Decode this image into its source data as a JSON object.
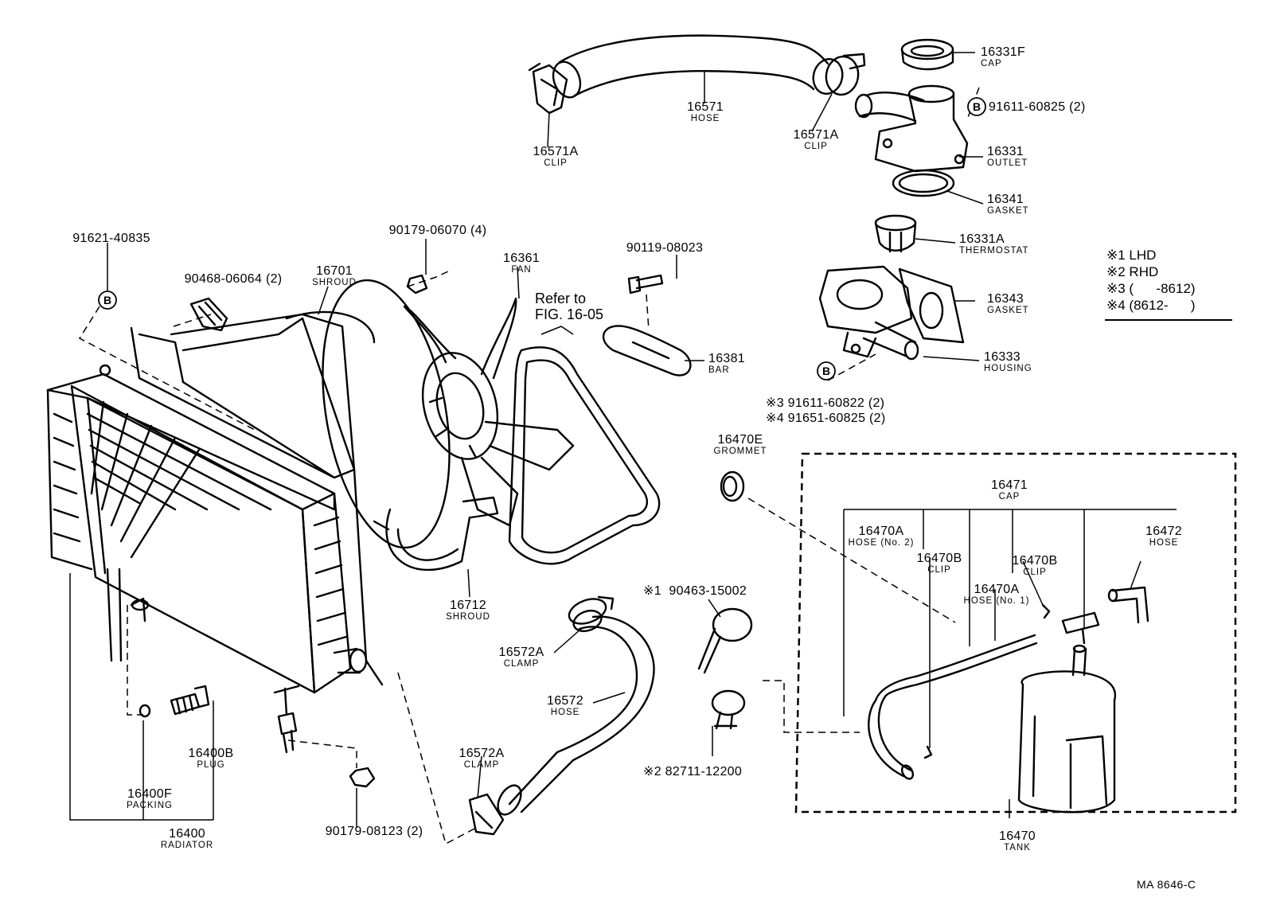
{
  "parts": {
    "cap_16331f": {
      "number": "16331F",
      "name": "CAP"
    },
    "b_ref_top": {
      "number": "91611-60825 (2)"
    },
    "outlet": {
      "number": "16331",
      "name": "OUTLET"
    },
    "gasket_16341": {
      "number": "16341",
      "name": "GASKET"
    },
    "thermostat": {
      "number": "16331A",
      "name": "THERMOSTAT"
    },
    "gasket_16343": {
      "number": "16343",
      "name": "GASKET"
    },
    "housing": {
      "number": "16333",
      "name": "HOUSING"
    },
    "bolt_3": {
      "mark": "※3",
      "number": "91611-60822 (2)"
    },
    "bolt_4": {
      "mark": "※4",
      "number": "91651-60825 (2)"
    },
    "hose_16571": {
      "number": "16571",
      "name": "HOSE"
    },
    "clip_16571a_left": {
      "number": "16571A",
      "name": "CLIP"
    },
    "clip_16571a_right": {
      "number": "16571A",
      "name": "CLIP"
    },
    "bolt_91621": {
      "number": "91621-40835"
    },
    "clip_90468": {
      "number": "90468-06064 (2)"
    },
    "shroud_16701": {
      "number": "16701",
      "name": "SHROUD"
    },
    "nut_90179_06070": {
      "number": "90179-06070 (4)"
    },
    "fan": {
      "number": "16361",
      "name": "FAN"
    },
    "refer": {
      "line1": "Refer to",
      "line2": "FIG. 16-05"
    },
    "bolt_90119": {
      "number": "90119-08023"
    },
    "bar": {
      "number": "16381",
      "name": "BAR"
    },
    "grommet": {
      "number": "16470E",
      "name": "GROMMET"
    },
    "shroud_16712": {
      "number": "16712",
      "name": "SHROUD"
    },
    "clamp_1": {
      "mark": "※1",
      "number": "90463-15002"
    },
    "clamp_2": {
      "mark": "※2",
      "number": "82711-12200"
    },
    "clamp_16572a_top": {
      "number": "16572A",
      "name": "CLAMP"
    },
    "hose_16572": {
      "number": "16572",
      "name": "HOSE"
    },
    "clamp_16572a_bottom": {
      "number": "16572A",
      "name": "CLAMP"
    },
    "plug": {
      "number": "16400B",
      "name": "PLUG"
    },
    "packing": {
      "number": "16400F",
      "name": "PACKING"
    },
    "radiator": {
      "number": "16400",
      "name": "RADIATOR"
    },
    "nut_90179_08123": {
      "number": "90179-08123 (2)"
    },
    "tank_cap": {
      "number": "16471",
      "name": "CAP"
    },
    "hose_no2": {
      "number": "16470A",
      "name": "HOSE (No. 2)"
    },
    "clip_16470b_left": {
      "number": "16470B",
      "name": "CLIP"
    },
    "clip_16470b_right": {
      "number": "16470B",
      "name": "CLIP"
    },
    "hose_no1": {
      "number": "16470A",
      "name": "HOSE (No. 1)"
    },
    "hose_16472": {
      "number": "16472",
      "name": "HOSE"
    },
    "tank": {
      "number": "16470",
      "name": "TANK"
    }
  },
  "ref_mark": "B",
  "legend": [
    "※1 LHD",
    "※2 RHD",
    "※3 (      -8612)",
    "※4 (8612-      )"
  ],
  "figure_code": "MA  8646-C"
}
